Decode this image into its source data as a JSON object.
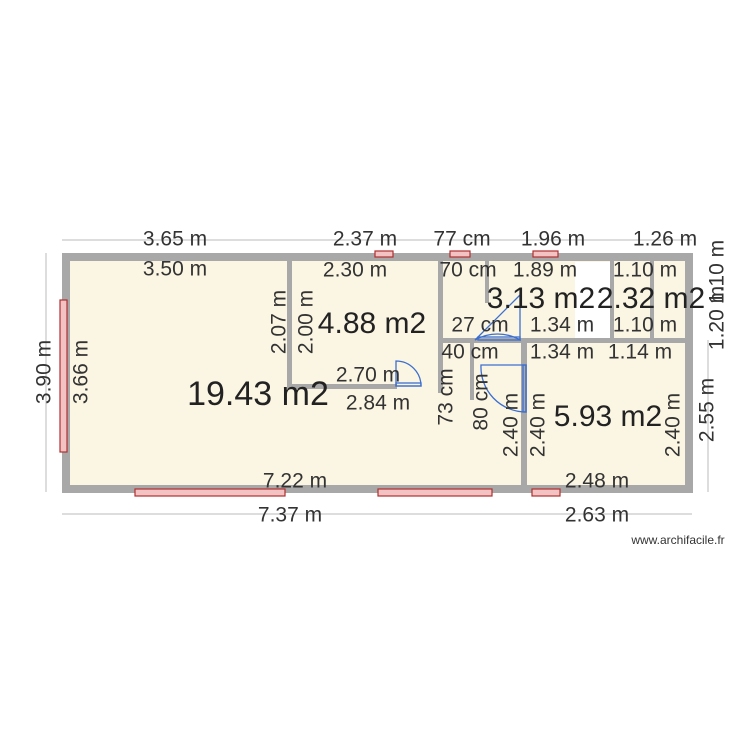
{
  "plan": {
    "areas": [
      "19.43 m2",
      "4.88 m2",
      "3.13 m2",
      "2.32 m2",
      "5.93 m2"
    ],
    "dimensions": [
      "3.65 m",
      "2.37 m",
      "77 cm",
      "1.96 m",
      "1.26 m",
      "3.50 m",
      "2.30 m",
      "70 cm",
      "1.89 m",
      "1.10 m",
      "2.70 m",
      "2.84 m",
      "27 cm",
      "1.34 m",
      "1.10 m",
      "40 cm",
      "1.34 m",
      "1.14 m",
      "7.22 m",
      "7.37 m",
      "2.48 m",
      "2.63 m",
      "3.90 m",
      "3.66 m",
      "2.07 m",
      "2.00 m",
      "73 cm",
      "80 cm",
      "2.40 m",
      "2.40 m",
      "2.40 m",
      "2.55 m",
      "1.10 m",
      "1.20 m"
    ],
    "colors": {
      "floor": "#fbf6e3",
      "wall": "#a8a8a8",
      "window": "#b03030",
      "door": "#3d6fd0"
    }
  },
  "watermark": "www.archifacile.fr"
}
